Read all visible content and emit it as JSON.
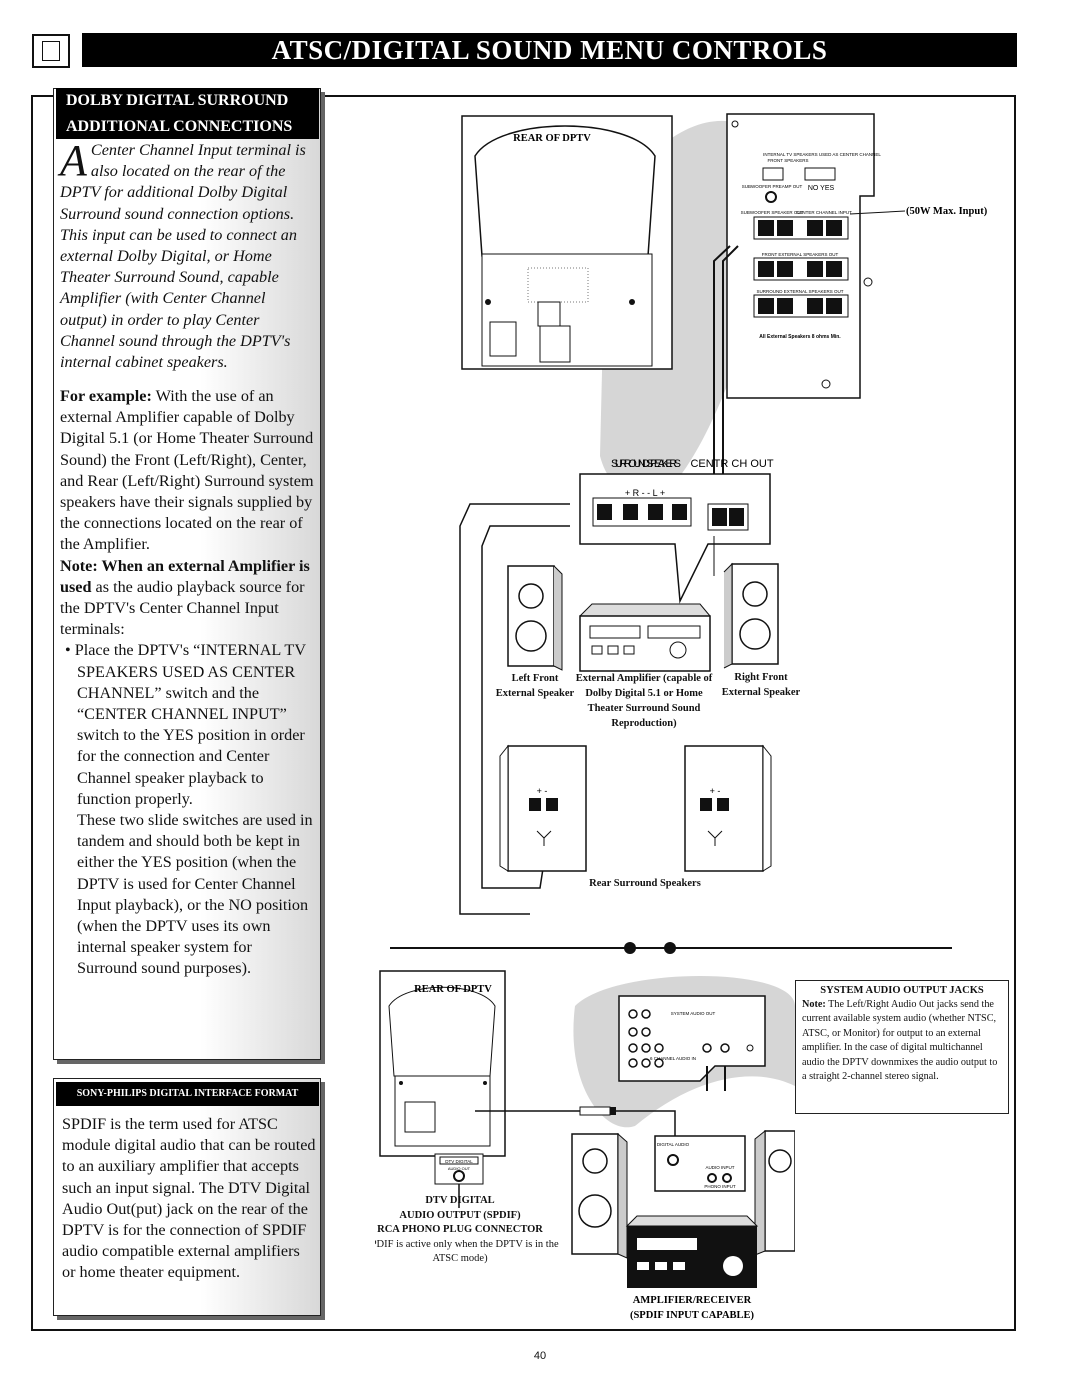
{
  "header": {
    "title": "ATSC/DIGITAL SOUND MENU CONTROLS"
  },
  "sidebar": {
    "title_line1": "DOLBY DIGITAL SURROUND",
    "title_line2": "ADDITIONAL CONNECTIONS",
    "intro_dropcap": "A",
    "intro_text": "Center Channel Input terminal is also located on the rear of the DPTV for additional Dolby Digital Surround sound connection options. This input can be used to connect an external Dolby Digital, or Home Theater Surround Sound, capable Amplifier (with Center Channel output) in order to play Center Channel sound through the DPTV's internal cabinet speakers.",
    "example_lead": "For example:",
    "example_text": " With the use of an external Amplifier capable of Dolby Digital 5.1 (or Home Theater Surround Sound) the Front (Left/Right), Center, and Rear (Left/Right) Surround system speakers have their signals supplied by the connections located on the rear of the Amplifier.",
    "note_lead": "Note: When an external Amplifier is used",
    "note_text": " as the audio playback source for the DPTV's Center Channel Input terminals:",
    "bullet": "• Place the DPTV's “INTERNAL TV SPEAKERS USED AS CENTER CHANNEL” switch and the “CENTER CHANNEL INPUT” switch to the YES position in order for the connection and Center Channel speaker playback to function properly.",
    "bullet_followup": "These two slide switches are used in tandem and should both be kept in either the YES position (when the DPTV is used for Center Channel Input playback), or the NO position (when the DPTV uses its own internal speaker system for Surround sound purposes)."
  },
  "spdif": {
    "title": "SONY-PHILIPS DIGITAL INTERFACE FORMAT",
    "text": "SPDIF is the term used for ATSC module digital audio that can be routed to an auxiliary amplifier that accepts such an input signal. The DTV Digital Audio Out(put) jack on the rear of the DPTV is for the connection of SPDIF audio compatible external amplifiers or home theater equipment."
  },
  "diagram_top": {
    "rear_label": "REAR OF DPTV",
    "max_input": "(50W Max. Input)",
    "panel_front_speakers": "FRONT SPEAKERS",
    "panel_internal": "INTERNAL TV SPEAKERS USED AS CENTER CHANNEL",
    "panel_subwoofer": "SUBWOOFER PREAMP OUT",
    "panel_no_yes": "NO YES",
    "panel_sub_out": "SUBWOOFER SPEAKER OUT",
    "panel_center_in": "CENTER CHANNEL INPUT",
    "panel_front_ext": "FRONT EXTERNAL SPEAKERS OUT",
    "panel_surround_ext": "SURROUND EXTERNAL SPEAKERS OUT",
    "panel_ohms": "All External Speakers 8 ohms Min.",
    "amp_surround": "SURROUND SPEAKERS",
    "amp_center": "CENTR CH OUT",
    "amp_polarity": "+ R -    - L +",
    "left_front": "Left Front External Speaker",
    "amp_caption": "External Amplifier (capable of Dolby Digital 5.1 or Home Theater Surround Sound Reproduction)",
    "right_front": "Right Front External Speaker",
    "rear_surround": "Rear Surround Speakers",
    "plus_minus": "+   -"
  },
  "diagram_bottom": {
    "rear_label": "REAR OF DPTV",
    "jack_title": "SYSTEM AUDIO OUTPUT JACKS",
    "jack_note_lead": "Note:",
    "jack_note": " The Left/Right Audio Out jacks send the current available system audio (whether NTSC, ATSC, or Monitor) for output to an external amplifier. In the case of digital multichannel audio the DPTV downmixes the audio output to a straight 2-channel stereo signal.",
    "dtv_box": "DTV DIGITAL",
    "audio_out": "AUDIO OUT",
    "dtv_caption1": "DTV DIGITAL",
    "dtv_caption2": "AUDIO OUTPUT (SPDIF)",
    "dtv_caption3": "RCA PHONO PLUG CONNECTOR",
    "dtv_caption4": "(SPDIF is active only when the DPTV is in the ATSC mode)",
    "panel_sys_audio": "SYSTEM AUDIO OUT",
    "panel_sixch": "6 CHANNEL AUDIO IN",
    "panel_digital": "DIGITAL AUDIO",
    "panel_audio_input": "AUDIO INPUT",
    "panel_phono": "PHONO INPUT",
    "amp_caption1": "AMPLIFIER/RECEIVER",
    "amp_caption2": "(SPDIF INPUT CAPABLE)"
  },
  "page_number": "40"
}
